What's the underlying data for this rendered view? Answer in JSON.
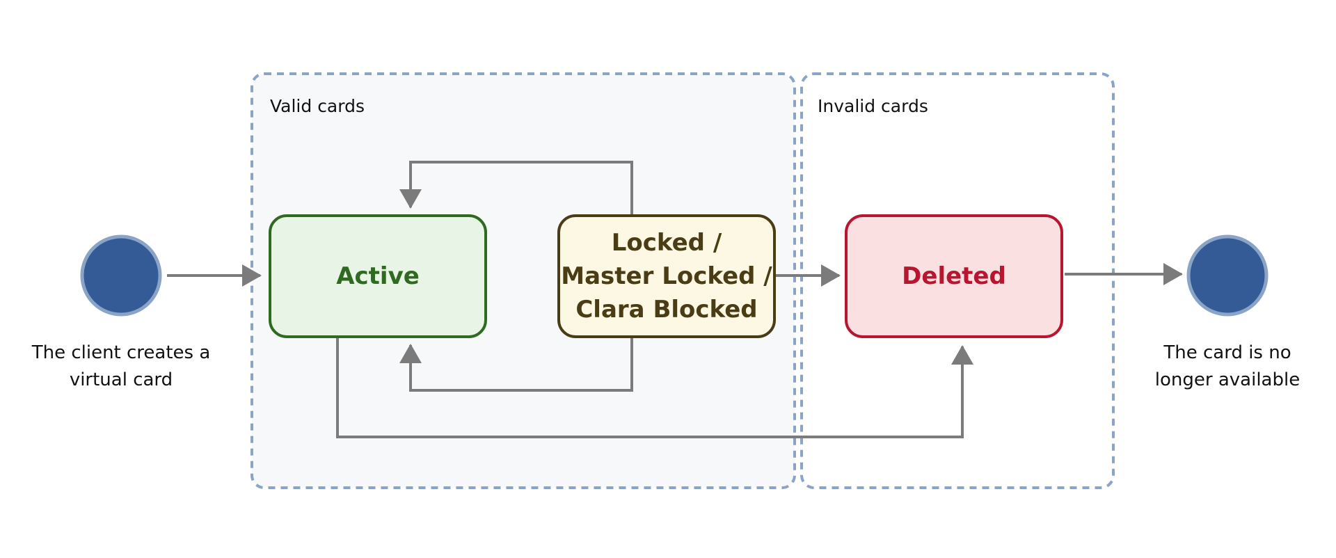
{
  "groups": {
    "valid": {
      "label": "Valid cards"
    },
    "invalid": {
      "label": "Invalid cards"
    }
  },
  "states": {
    "active": {
      "label": "Active"
    },
    "locked": {
      "line1": "Locked /",
      "line2": "Master Locked /",
      "line3": "Clara Blocked"
    },
    "deleted": {
      "label": "Deleted"
    }
  },
  "start": {
    "caption_line1": "The client creates a",
    "caption_line2": "virtual card"
  },
  "end": {
    "caption_line1": "The card is no",
    "caption_line2": "longer available"
  },
  "colors": {
    "group_border": "#8aa4c8",
    "group_fill_valid": "#f6f8fa",
    "arrow": "#7b7b7b",
    "node_fill": "#355b96",
    "node_border": "#8aa4c8",
    "active_fill": "#e8f5e6",
    "active_border": "#2e6b20",
    "active_text": "#2e6b20",
    "locked_fill": "#fdf8e3",
    "locked_border": "#4a3c14",
    "locked_text": "#4a3c14",
    "deleted_fill": "#fbe0e2",
    "deleted_border": "#b81530",
    "deleted_text": "#b81530"
  }
}
